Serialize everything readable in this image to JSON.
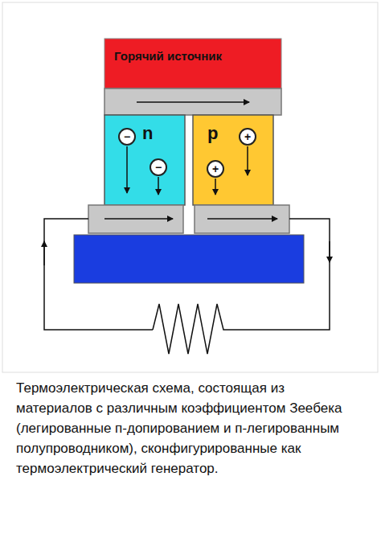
{
  "diagram": {
    "caption": "Термоэлектрическая схема, состоящая из материалов с различным коэффициентом Зеебека (легированные п-допированием и п-легированным полупроводником), сконфигурированные как термоэлектрический генератор.",
    "nodes": [
      {
        "text": [
          "Горячий источник"
        ]
      },
      {
        "text": [
          "n"
        ]
      },
      {
        "text": [
          "p"
        ]
      },
      {
        "text": [
          "−"
        ],
        "in": 1
      },
      {
        "text": [
          "−"
        ],
        "in": 1
      },
      {
        "text": [
          "+"
        ],
        "in": 2
      },
      {
        "text": [
          "+"
        ],
        "in": 2
      }
    ]
  }
}
